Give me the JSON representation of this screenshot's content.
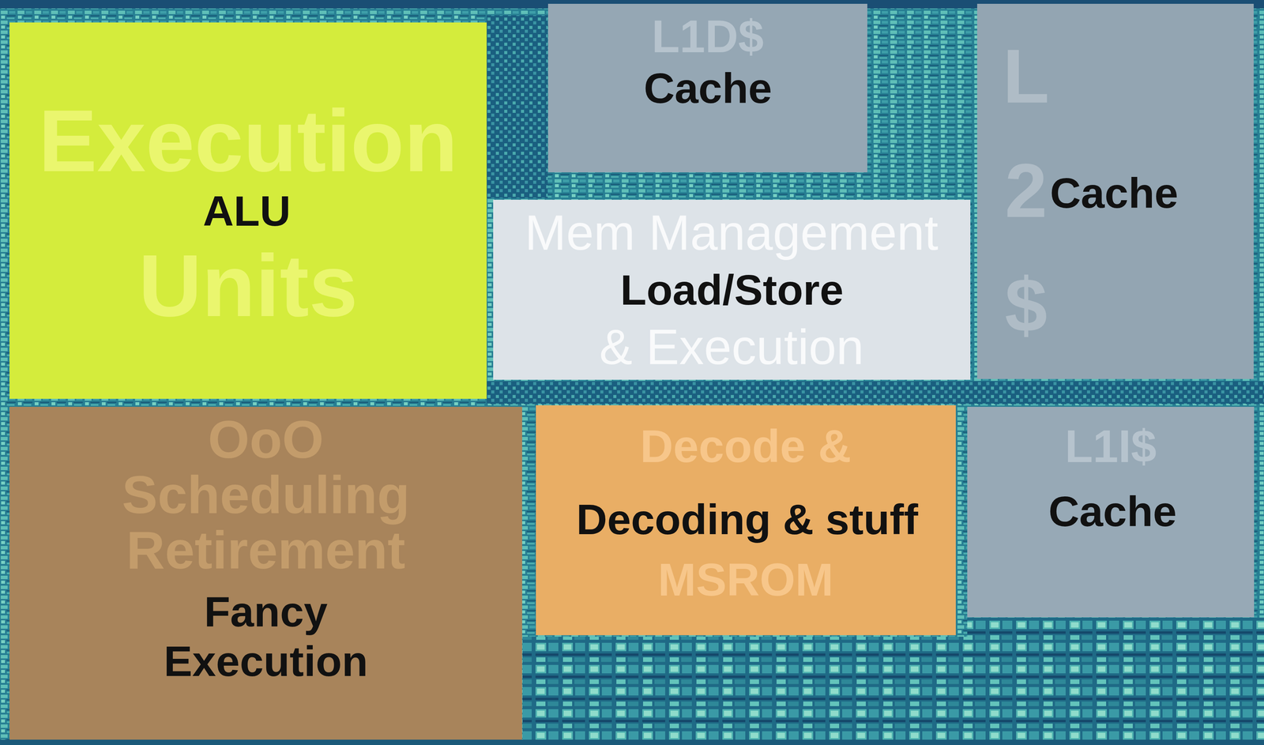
{
  "diagram": {
    "nodes": [
      {
        "text": [
          "ALU"
        ]
      },
      {
        "text": [
          "Cache"
        ]
      },
      {
        "text": [
          "Cache"
        ]
      },
      {
        "text": [
          "Load/Store"
        ]
      },
      {
        "text": [
          "Fancy Execution"
        ]
      },
      {
        "text": [
          "Decoding & stuff"
        ]
      },
      {
        "text": [
          "Cache"
        ]
      }
    ],
    "labels": [
      "Execution Units",
      "L1D$",
      "L2$",
      "Mem Management & Execution",
      "OoO Scheduling Retirement",
      "Decode & MSROM",
      "L1I$"
    ]
  }
}
